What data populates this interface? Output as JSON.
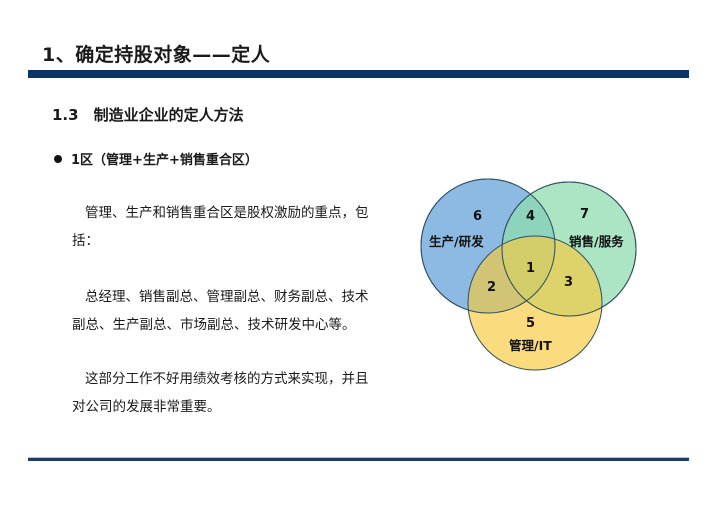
{
  "header": {
    "title": "1、确定持股对象——定人"
  },
  "section": {
    "subtitle": "1.3　制造业企业的定人方法",
    "bullet": "1区（管理+生产+销售重合区）"
  },
  "body": {
    "paragraph1": "管理、生产和销售重合区是股权激励的重点，包括：",
    "paragraph2": "总经理、销售副总、管理副总、财务副总、技术副总、生产副总、市场副总、技术研发中心等。",
    "paragraph3": "这部分工作不好用绩效考核的方式来实现，并且对公司的发展非常重要。"
  },
  "venn": {
    "circles": [
      {
        "label": "生产/研发",
        "color": "#7fb3e0"
      },
      {
        "label": "销售/服务",
        "color": "#8fdcb0"
      },
      {
        "label": "管理/IT",
        "color": "#f8c93a"
      }
    ],
    "regions": {
      "r1": "1",
      "r2": "2",
      "r3": "3",
      "r4": "4",
      "r5": "5",
      "r6": "6",
      "r7": "7"
    }
  },
  "colors": {
    "header_bar": "#0d3466",
    "footer_bar": "#213d66"
  }
}
